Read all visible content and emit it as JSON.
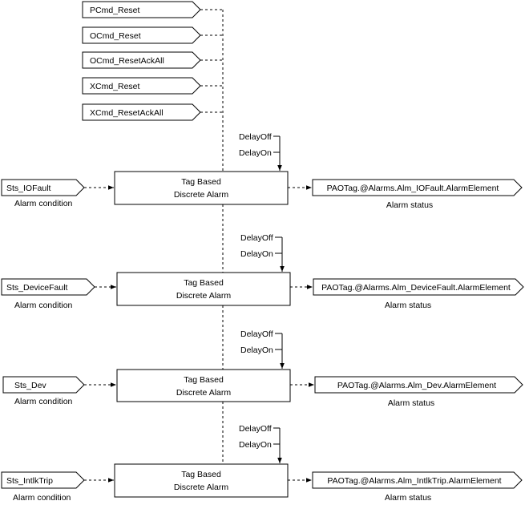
{
  "reset_inputs": [
    "PCmd_Reset",
    "OCmd_Reset",
    "OCmd_ResetAckAll",
    "XCmd_Reset",
    "XCmd_ResetAckAll"
  ],
  "alarms": [
    {
      "input_tag": "Sts_IOFault",
      "input_caption": "Alarm condition",
      "block_line1": "Tag Based",
      "block_line2": "Discrete Alarm",
      "delay_off": "DelayOff",
      "delay_on": "DelayOn",
      "output_tag": "PAOTag.@Alarms.Alm_IOFault.AlarmElement",
      "output_caption": "Alarm status"
    },
    {
      "input_tag": "Sts_DeviceFault",
      "input_caption": "Alarm condition",
      "block_line1": "Tag Based",
      "block_line2": "Discrete Alarm",
      "delay_off": "DelayOff",
      "delay_on": "DelayOn",
      "output_tag": "PAOTag.@Alarms.Alm_DeviceFault.AlarmElement",
      "output_caption": "Alarm status"
    },
    {
      "input_tag": "Sts_Dev",
      "input_caption": "Alarm condition",
      "block_line1": "Tag Based",
      "block_line2": "Discrete Alarm",
      "delay_off": "DelayOff",
      "delay_on": "DelayOn",
      "output_tag": "PAOTag.@Alarms.Alm_Dev.AlarmElement",
      "output_caption": "Alarm status"
    },
    {
      "input_tag": "Sts_IntlkTrip",
      "input_caption": "Alarm condition",
      "block_line1": "Tag Based",
      "block_line2": "Discrete Alarm",
      "delay_off": "DelayOff",
      "delay_on": "DelayOn",
      "output_tag": "PAOTag.@Alarms.Alm_IntlkTrip.AlarmElement",
      "output_caption": "Alarm status"
    }
  ]
}
